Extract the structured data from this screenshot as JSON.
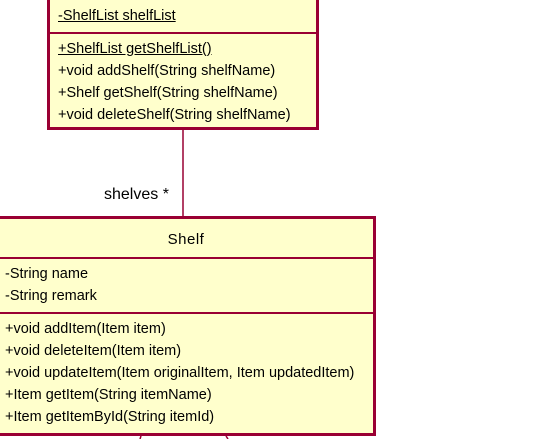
{
  "shelflist_class": {
    "attributes": [
      "-ShelfList shelfList"
    ],
    "operations": [
      {
        "text": "+ShelfList getShelfList()",
        "static": true
      },
      {
        "text": "+void addShelf(String shelfName)",
        "static": false
      },
      {
        "text": "+Shelf getShelf(String shelfName)",
        "static": false
      },
      {
        "text": "+void deleteShelf(String shelfName)",
        "static": false
      }
    ]
  },
  "association": {
    "label": "shelves *"
  },
  "shelf_class": {
    "name": "Shelf",
    "attributes": [
      "-String name",
      "-String remark"
    ],
    "operations": [
      "+void addItem(Item item)",
      "+void deleteItem(Item item)",
      "+void updateItem(Item originalItem, Item updatedItem)",
      "+Item getItem(String itemName)",
      "+Item getItemById(String itemId)"
    ]
  },
  "colors": {
    "border": "#990033",
    "fill": "#ffffcc",
    "text": "#000000"
  }
}
